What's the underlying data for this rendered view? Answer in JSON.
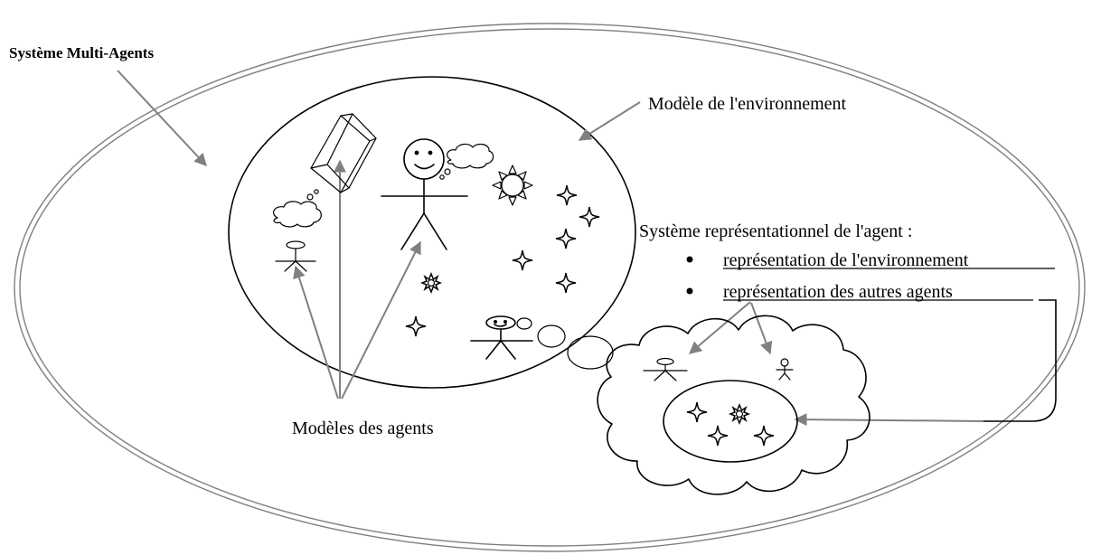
{
  "labels": {
    "sma": "Système Multi-Agents",
    "env_model": "Modèle de l'environnement",
    "rep_title": "Système représentationnel  de l'agent :",
    "rep_items": [
      "représentation de l'environnement",
      "représentation des autres agents"
    ],
    "agent_models": "Modèles des agents"
  },
  "colors": {
    "ink": "#000000",
    "arrow": "#808080",
    "outer_border": "#7f7f7f",
    "background": "#ffffff"
  },
  "icons": [
    "stick-figure-icon",
    "thought-cloud-icon",
    "cube-icon",
    "sun-icon",
    "sparkle-star-icon"
  ]
}
